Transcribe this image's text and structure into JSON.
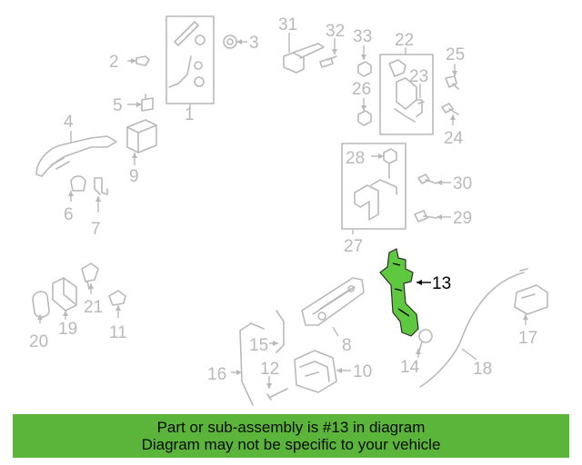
{
  "diagram": {
    "callouts": [
      "1",
      "2",
      "3",
      "4",
      "5",
      "6",
      "7",
      "8",
      "9",
      "10",
      "11",
      "12",
      "13",
      "14",
      "15",
      "16",
      "17",
      "18",
      "19",
      "20",
      "21",
      "22",
      "23",
      "24",
      "25",
      "26",
      "27",
      "28",
      "29",
      "30",
      "31",
      "32",
      "33"
    ],
    "highlighted_callout": "13",
    "colors": {
      "part_line": "#b9b9b9",
      "highlight": "#5ec93e",
      "banner": "#5bb53a"
    }
  },
  "banner": {
    "line1": "Part or sub-assembly is #13 in diagram",
    "line2": "Diagram may not be specific to your vehicle"
  }
}
